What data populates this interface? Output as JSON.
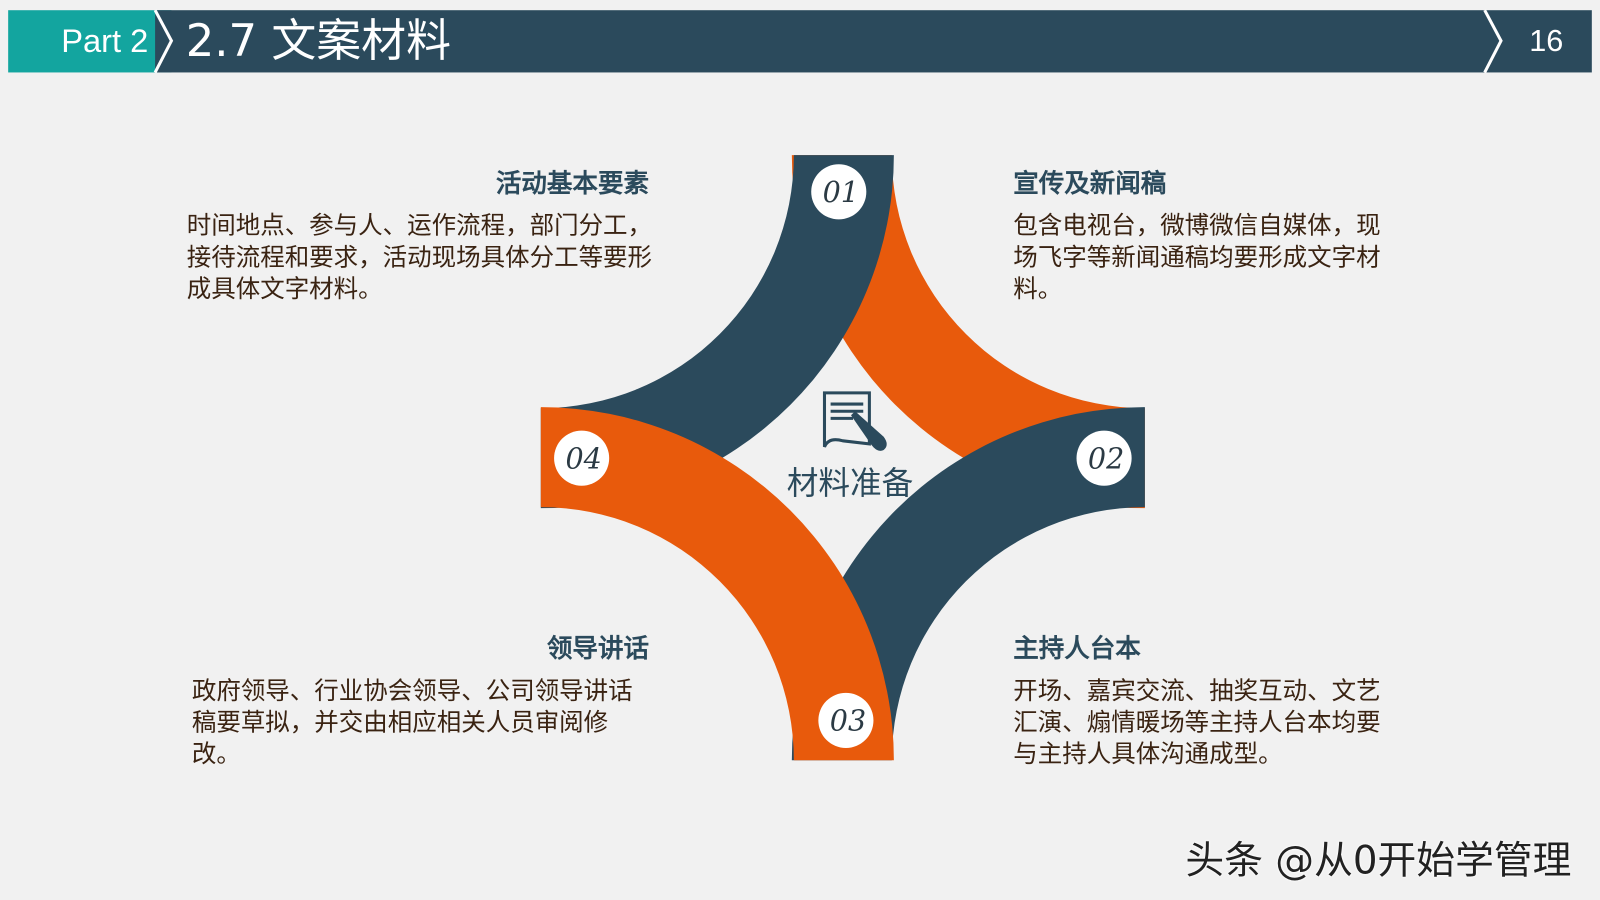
{
  "header": {
    "part_label": "Part 2",
    "title": "2.7 文案材料",
    "page_number": "16"
  },
  "colors": {
    "teal": "#13a59f",
    "dark": "#2b4a5c",
    "orange": "#e85a0c",
    "background": "#f1f1f1"
  },
  "center": {
    "label": "材料准备",
    "icon": "document-pen-icon"
  },
  "items": [
    {
      "number": "01",
      "title": "活动基本要素",
      "body": "时间地点、参与人、运作流程，部门分工，接待流程和要求，活动现场具体分工等要形成具体文字材料。"
    },
    {
      "number": "02",
      "title": "宣传及新闻稿",
      "body": "包含电视台，微博微信自媒体，现场飞字等新闻通稿均要形成文字材料。"
    },
    {
      "number": "03",
      "title": "主持人台本",
      "body": "开场、嘉宾交流、抽奖互动、文艺汇演、煽情暖场等主持人台本均要与主持人具体沟通成型。"
    },
    {
      "number": "04",
      "title": "领导讲话",
      "body": "政府领导、行业协会领导、公司领导讲话稿要草拟，并交由相应相关人员审阅修改。"
    }
  ],
  "watermark": "头条 @从0开始学管理"
}
